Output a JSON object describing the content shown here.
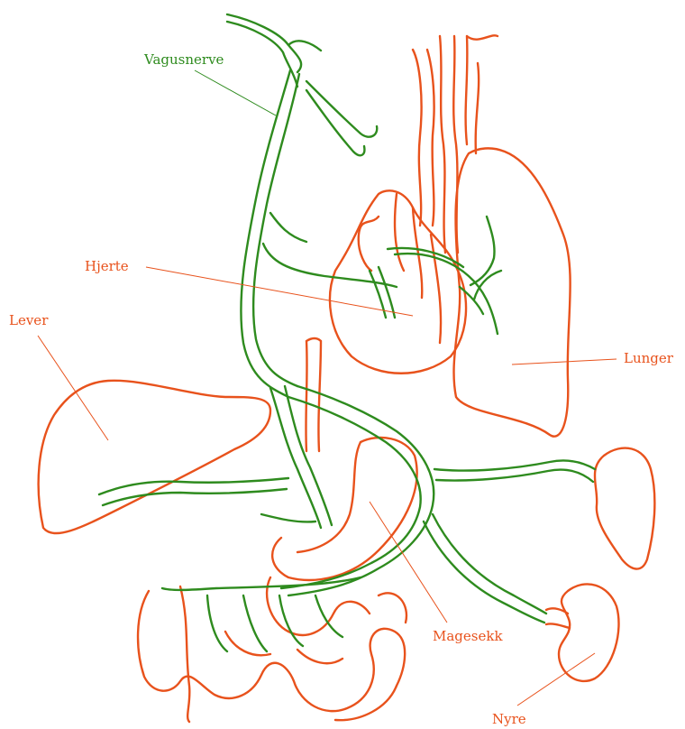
{
  "colors": {
    "nerve": "#2e8b1e",
    "organ": "#e8521c",
    "nerve_dark": "#1f6a12"
  },
  "labels": {
    "vagus": "Vagusnerve",
    "heart": "Hjerte",
    "liver": "Lever",
    "lungs": "Lunger",
    "stomach": "Magesekk",
    "kidney": "Nyre"
  }
}
